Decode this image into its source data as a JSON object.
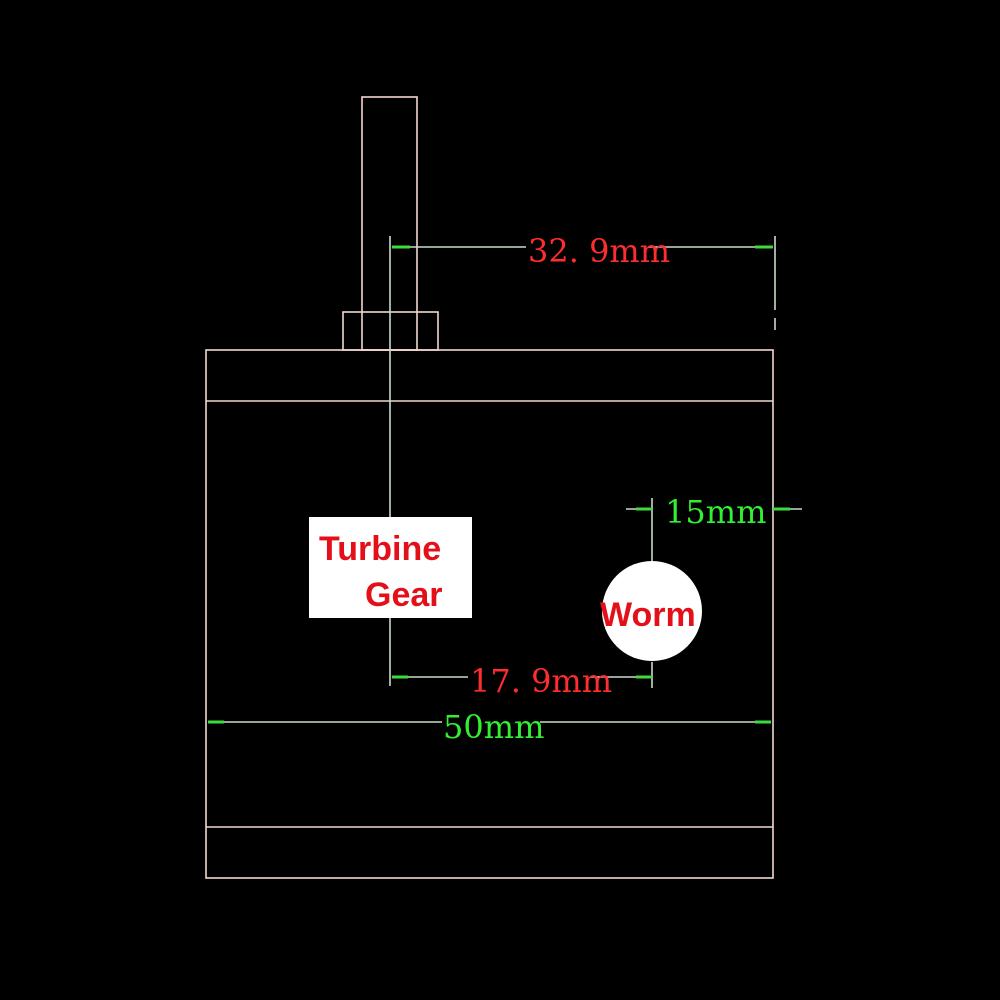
{
  "colors": {
    "background": "#000000",
    "outline": "#f2d8d0",
    "dimension_line": "#c8dcc8",
    "arrow": "#3ddc3d",
    "dim_text_red": "#ff2d2d",
    "dim_text_green": "#33ee33",
    "label_text": "#e3101a",
    "label_box": "#ffffff"
  },
  "dimensions": {
    "shaft_offset": "32. 9mm",
    "worm_offset": "15mm",
    "gear_to_worm": "17. 9mm",
    "body_width": "50mm"
  },
  "labels": {
    "turbine_gear_line1": "Turbine",
    "turbine_gear_line2": "Gear",
    "worm": "Worm"
  }
}
